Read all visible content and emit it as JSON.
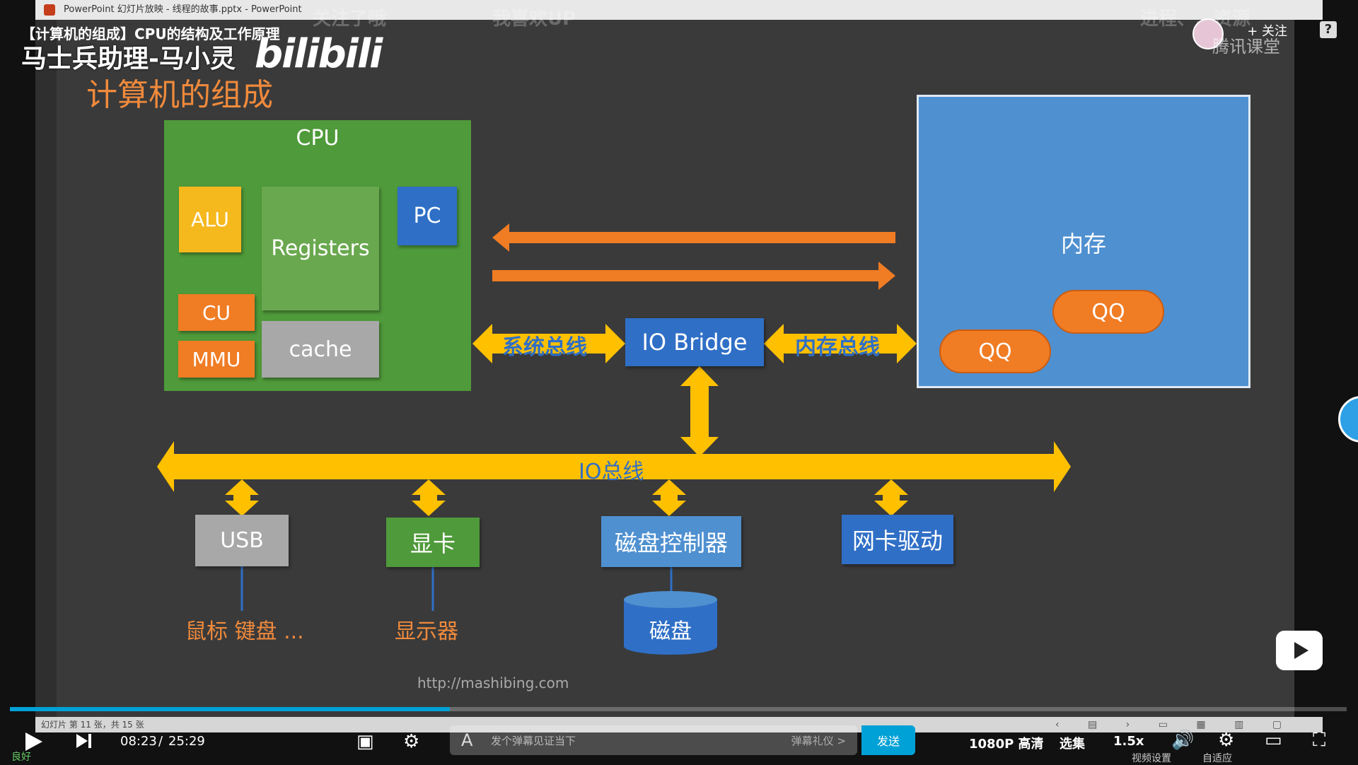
{
  "window": {
    "title": "PowerPoint 幻灯片放映 - 线程的故事.pptx - PowerPoint"
  },
  "overlay": {
    "video_title": "【计算机的组成】CPU的结构及工作原理",
    "channel": "马士兵助理-马小灵",
    "logo": "bilibili",
    "danmaku": [
      "关注了哦",
      "我喜欢UP",
      "进程、…资源"
    ],
    "follow": "+ 关注",
    "watermark": "腾讯课堂",
    "help": "?"
  },
  "slide": {
    "title": "计算机的组成",
    "cpu": {
      "label": "CPU",
      "alu": "ALU",
      "registers": "Registers",
      "pc": "PC",
      "cu": "CU",
      "mmu": "MMU",
      "cache": "cache"
    },
    "memory": {
      "label": "内存",
      "proc1": "QQ",
      "proc2": "QQ"
    },
    "io_bridge": "IO Bridge",
    "system_bus": "系统总线",
    "memory_bus": "内存总线",
    "io_bus": "IO总线",
    "devices": {
      "usb": "USB",
      "gpu": "显卡",
      "disk_controller": "磁盘控制器",
      "nic": "网卡驱动"
    },
    "peripherals": {
      "usb": "鼠标 键盘 ...",
      "gpu": "显示器",
      "disk": "磁盘"
    },
    "url": "http://mashibing.com"
  },
  "ppt_status": {
    "slide_info": "幻灯片 第 11 张，共 15 张"
  },
  "player": {
    "time_current": "08:23",
    "time_sep": "/",
    "time_total": "25:29",
    "progress": 0.329,
    "signal": "良好",
    "danmaku_placeholder": "发个弹幕见证当下",
    "danmaku_etiquette": "弹幕礼仪 >",
    "send": "发送",
    "quality": "1080P 高清",
    "episodes": "选集",
    "speed": "1.5x",
    "video_settings": "视频设置",
    "adapt": "自适应"
  },
  "colors": {
    "accent": "#00a1d6",
    "slide_bg": "#3a3a3a",
    "bus_yellow": "#ffc000",
    "arrow_orange": "#f07c24"
  }
}
